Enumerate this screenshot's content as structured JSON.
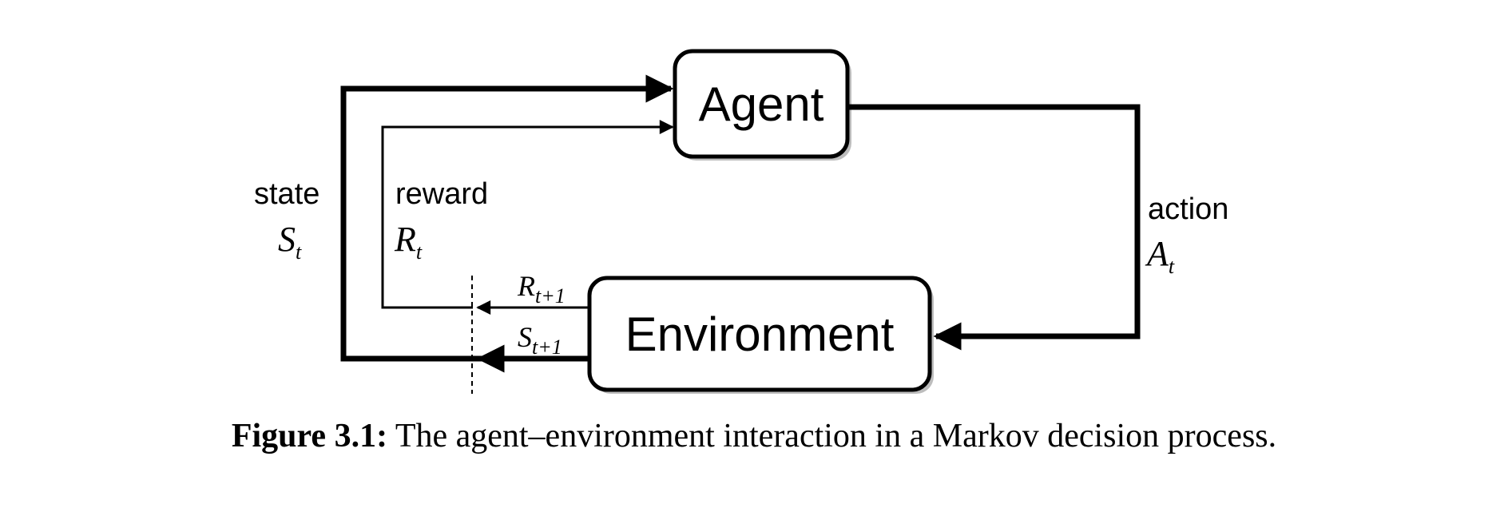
{
  "diagram": {
    "nodes": {
      "agent": "Agent",
      "environment": "Environment"
    },
    "edges": {
      "state": {
        "label": "state",
        "symbol": "S",
        "subscript": "t"
      },
      "reward": {
        "label": "reward",
        "symbol": "R",
        "subscript": "t"
      },
      "action": {
        "label": "action",
        "symbol": "A",
        "subscript": "t"
      },
      "next_reward": {
        "symbol": "R",
        "subscript": "t+1"
      },
      "next_state": {
        "symbol": "S",
        "subscript": "t+1"
      }
    }
  },
  "caption": {
    "label": "Figure 3.1:",
    "text": "The agent–environment interaction in a Markov decision process."
  }
}
